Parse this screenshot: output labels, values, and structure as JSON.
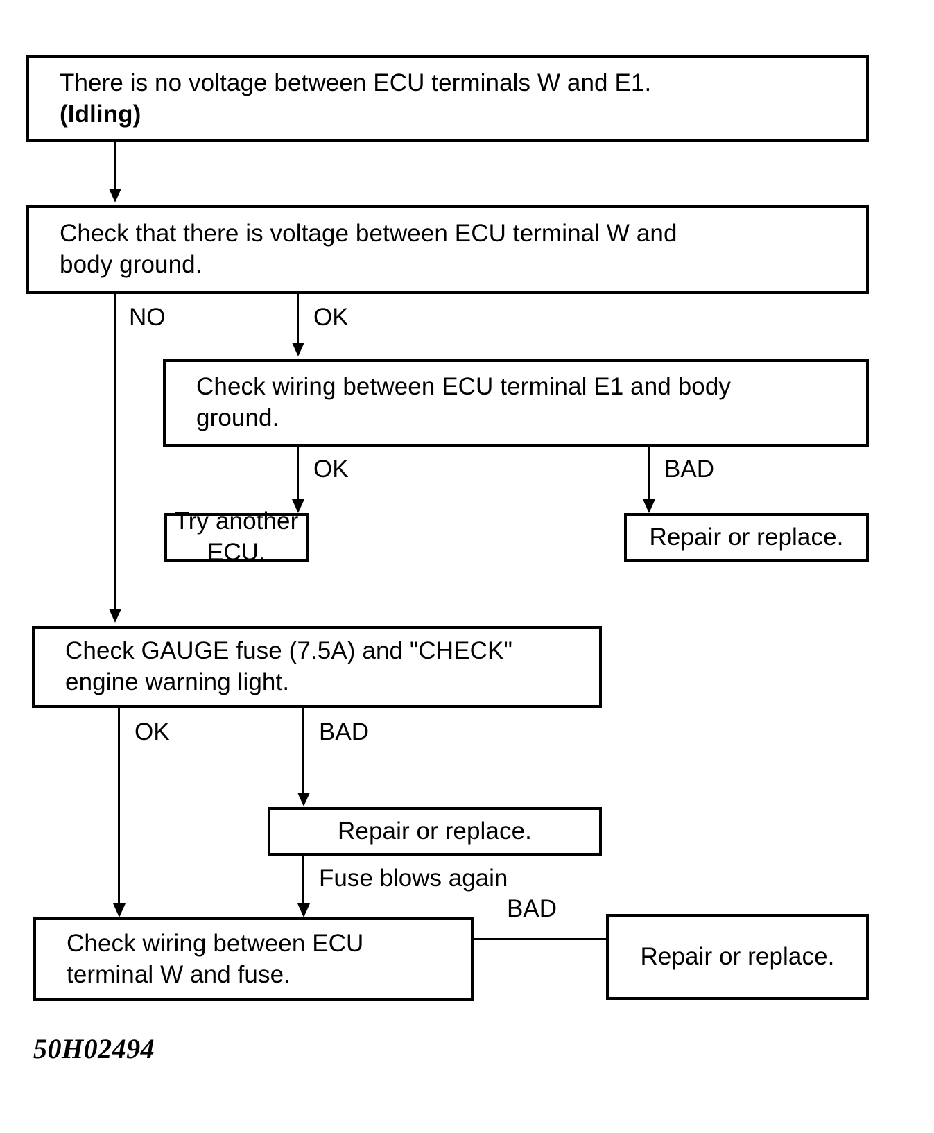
{
  "diagram": {
    "caption": "50H02494",
    "nodes": {
      "n1": {
        "id": "n1",
        "line1": "There is no voltage between ECU terminals W and E1.",
        "line2": "(Idling)",
        "line2_bold": true
      },
      "n2": {
        "id": "n2",
        "line1": "Check that there is voltage between ECU terminal W and",
        "line2": "body ground."
      },
      "n3": {
        "id": "n3",
        "line1": "Check wiring between ECU terminal E1 and body",
        "line2": "ground."
      },
      "n4": {
        "id": "n4",
        "text": "Try another ECU."
      },
      "n5": {
        "id": "n5",
        "text": "Repair or replace."
      },
      "n6": {
        "id": "n6",
        "line1": "Check GAUGE fuse (7.5A) and \"CHECK\"",
        "line2": "engine warning light."
      },
      "n7": {
        "id": "n7",
        "text": "Repair or replace."
      },
      "n8": {
        "id": "n8",
        "line1": "Check wiring between ECU",
        "line2": "terminal W and fuse."
      },
      "n9": {
        "id": "n9",
        "text": "Repair or replace."
      }
    },
    "edges": [
      {
        "id": "e1",
        "from": "n1",
        "to": "n2",
        "label": ""
      },
      {
        "id": "e2",
        "from": "n2",
        "to": "n6",
        "label": "NO"
      },
      {
        "id": "e3",
        "from": "n2",
        "to": "n3",
        "label": "OK"
      },
      {
        "id": "e4",
        "from": "n3",
        "to": "n4",
        "label": "OK"
      },
      {
        "id": "e5",
        "from": "n3",
        "to": "n5",
        "label": "BAD"
      },
      {
        "id": "e6",
        "from": "n6",
        "to": "n8",
        "label": "OK"
      },
      {
        "id": "e7",
        "from": "n6",
        "to": "n7",
        "label": "BAD"
      },
      {
        "id": "e8",
        "from": "n7",
        "to": "n8",
        "label": "Fuse blows again"
      },
      {
        "id": "e9",
        "from": "n8",
        "to": "n9",
        "label": "BAD"
      }
    ],
    "labels": {
      "no": "NO",
      "ok": "OK",
      "bad": "BAD",
      "fuse_blows_again": "Fuse blows again"
    },
    "colors": {
      "ink": "#000000",
      "paper": "#ffffff"
    }
  }
}
